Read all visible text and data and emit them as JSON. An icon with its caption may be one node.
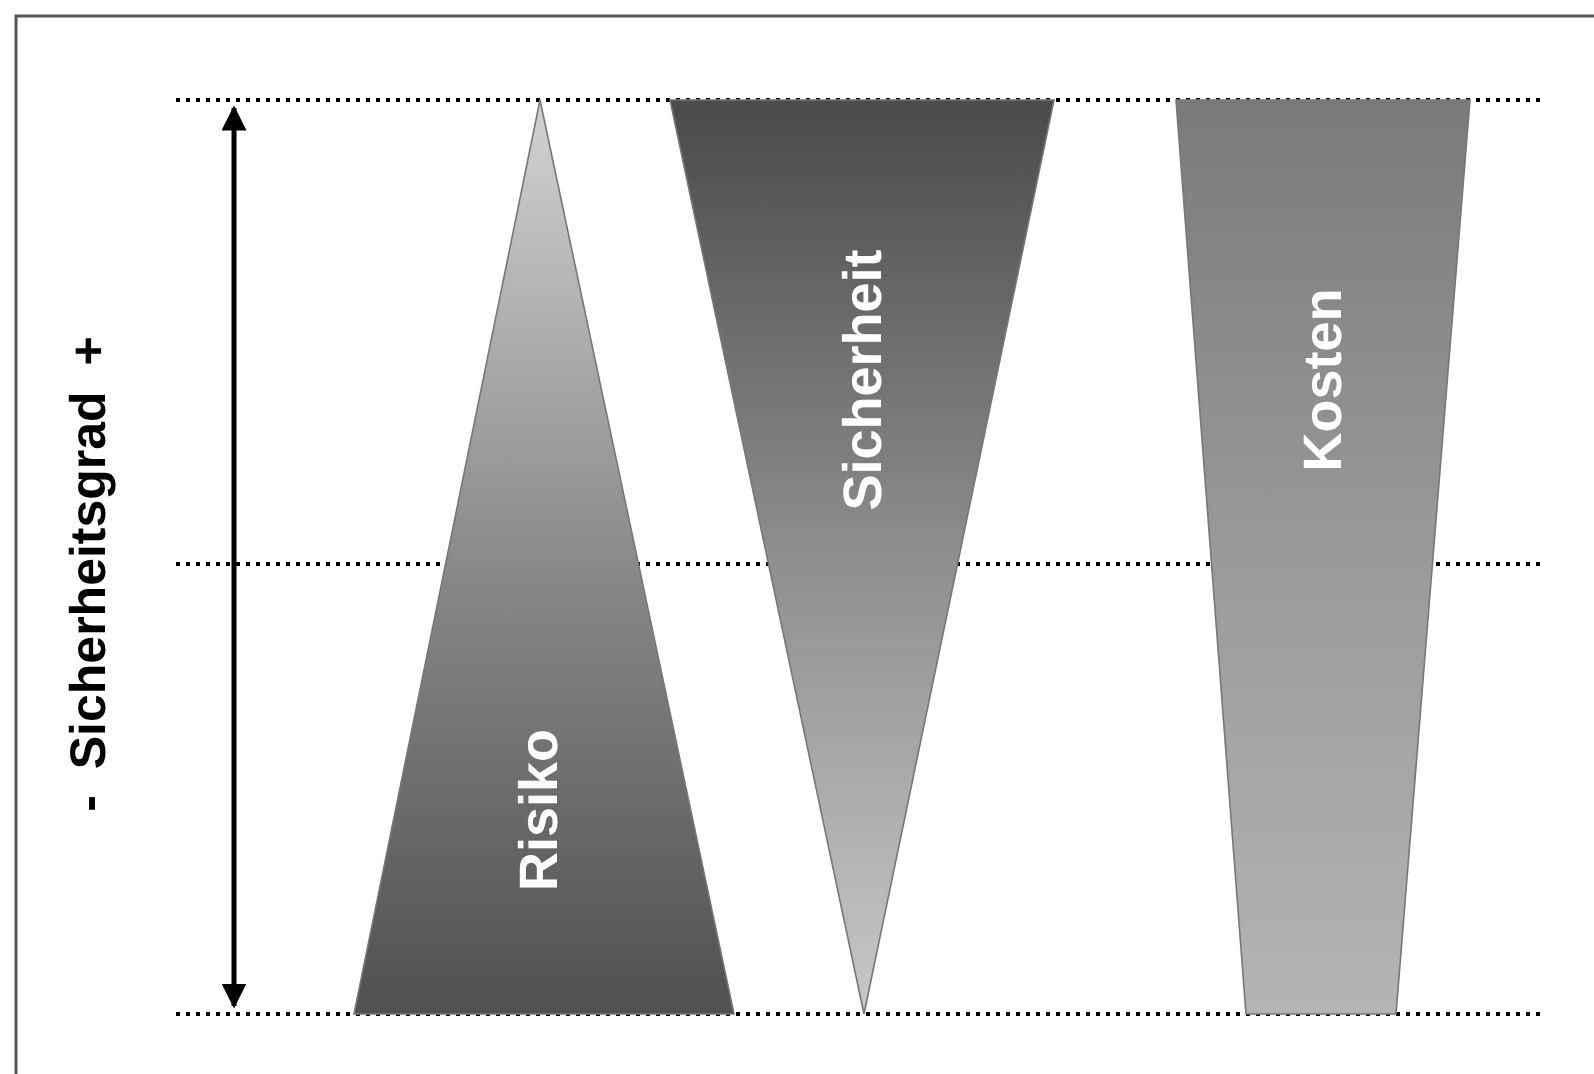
{
  "diagram": {
    "nodes": [
      {
        "text": [
          "Risiko"
        ]
      },
      {
        "text": [
          "Sicherheit"
        ]
      },
      {
        "text": [
          "Kosten"
        ]
      }
    ],
    "labels": [
      "- Sicherheitsgrad +"
    ]
  }
}
